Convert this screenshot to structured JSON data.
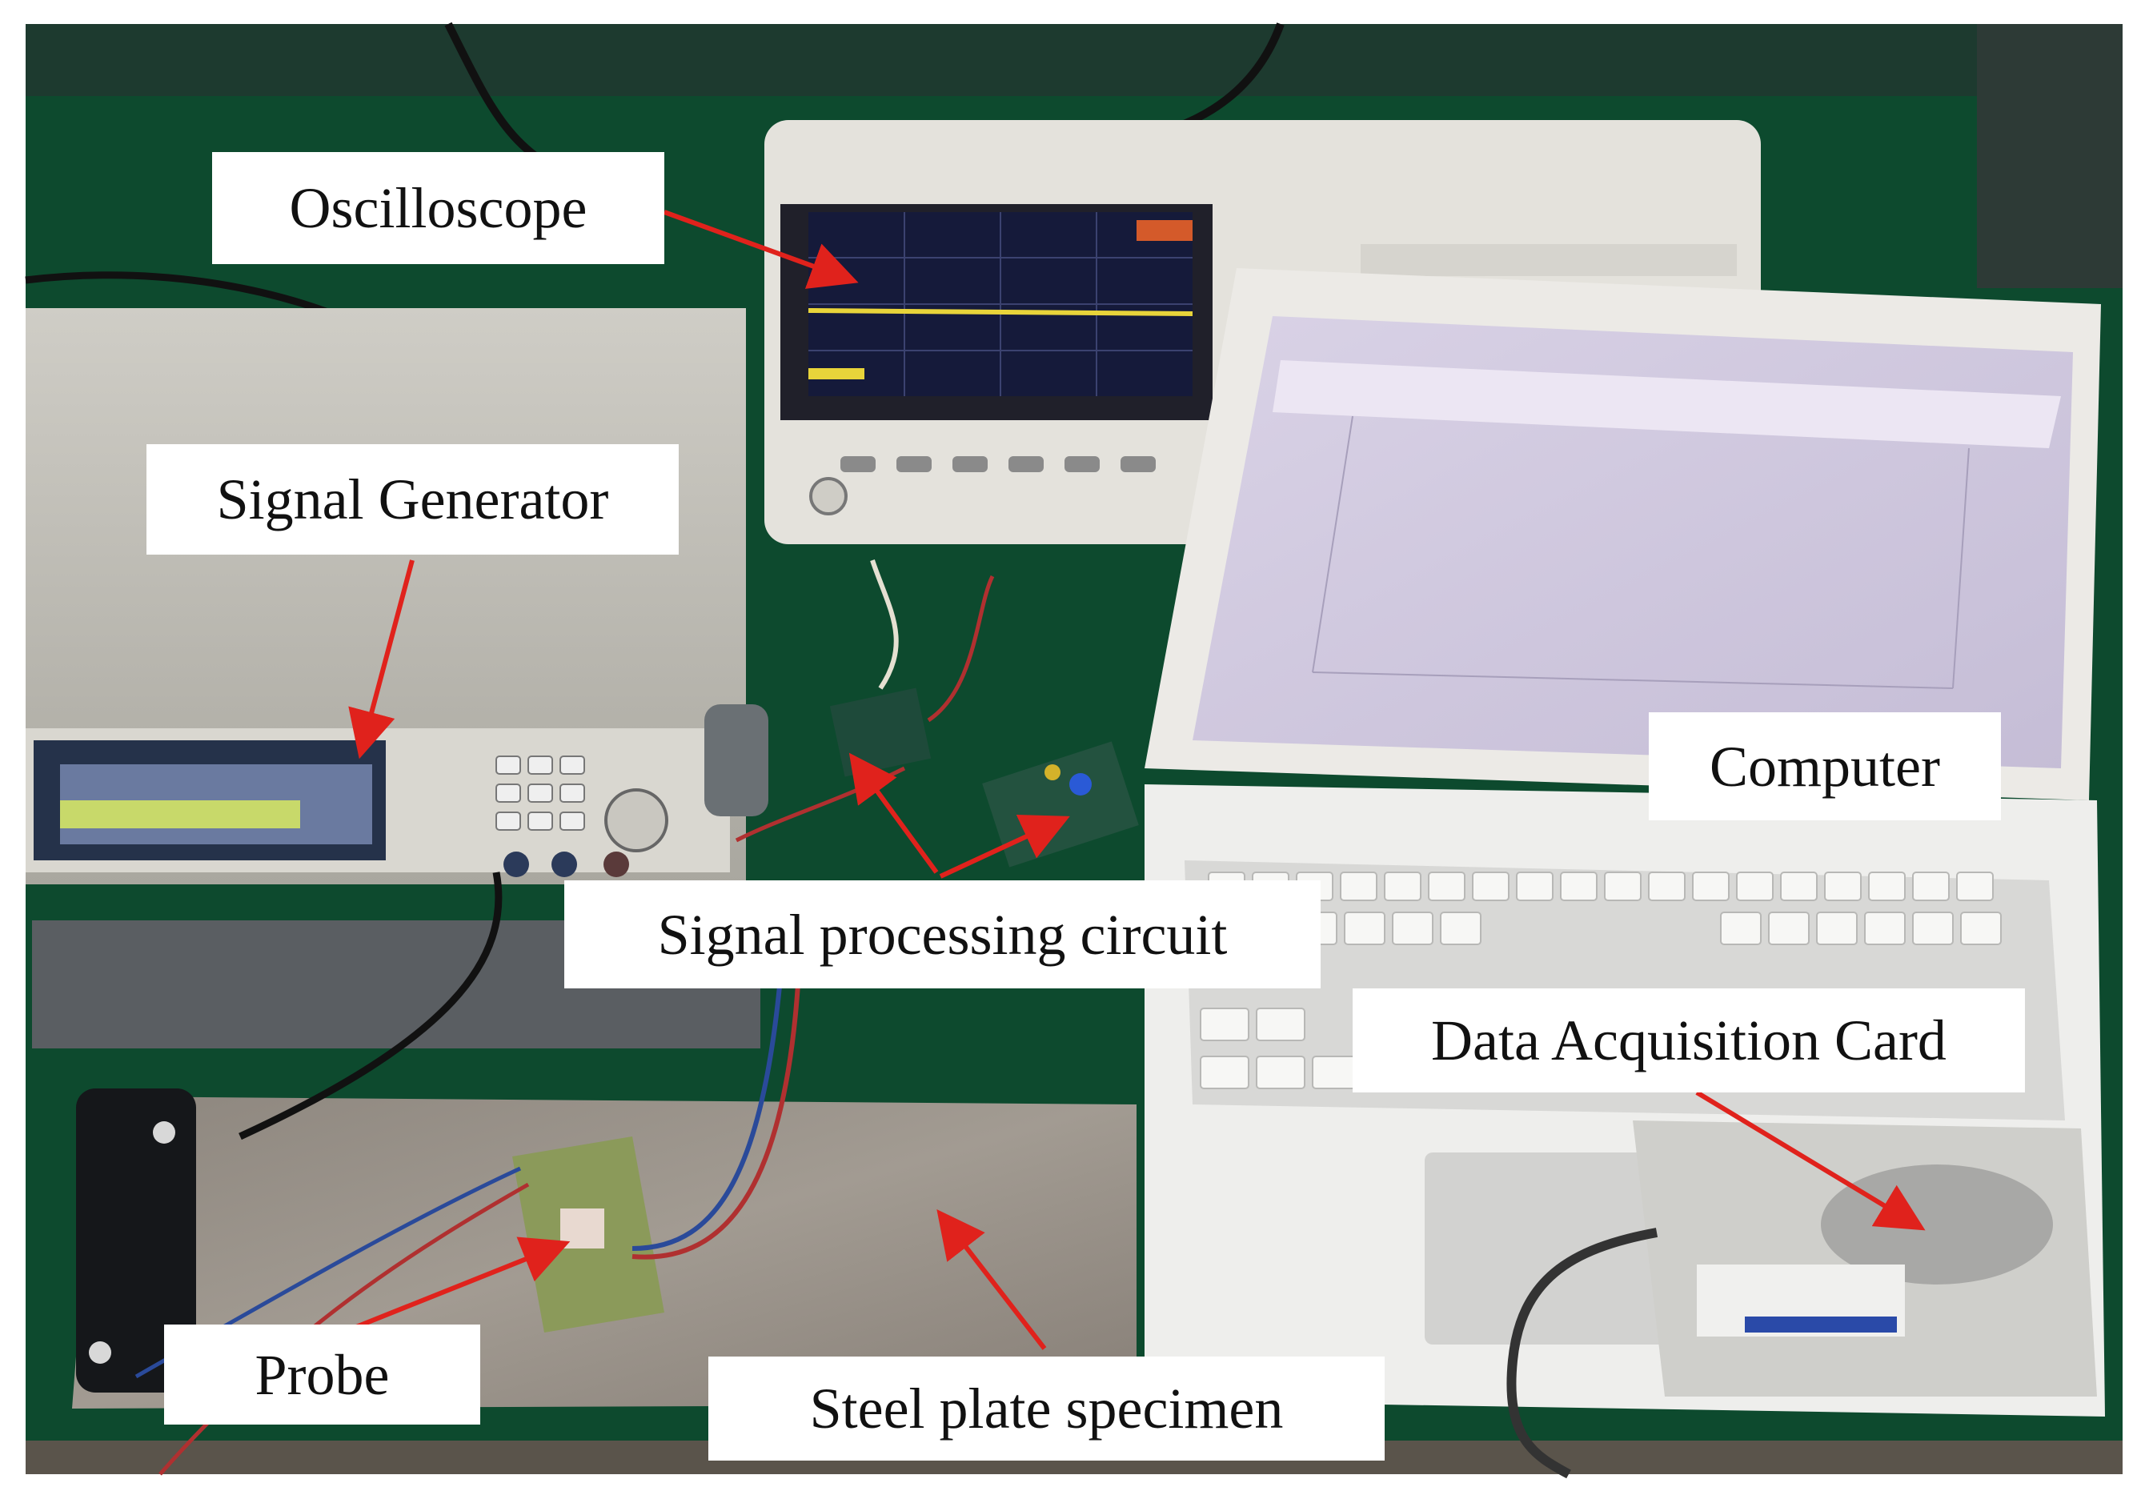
{
  "labels": {
    "oscilloscope": "Oscilloscope",
    "signal_generator": "Signal Generator",
    "computer": "Computer",
    "signal_processing_circuit": "Signal processing circuit",
    "data_acquisition_card": "Data Acquisition Card",
    "probe": "Probe",
    "steel_plate_specimen": "Steel plate specimen"
  },
  "colors": {
    "table_green": "#0d4a2e",
    "arrow_red": "#e0221c",
    "label_background": "#ffffff"
  }
}
